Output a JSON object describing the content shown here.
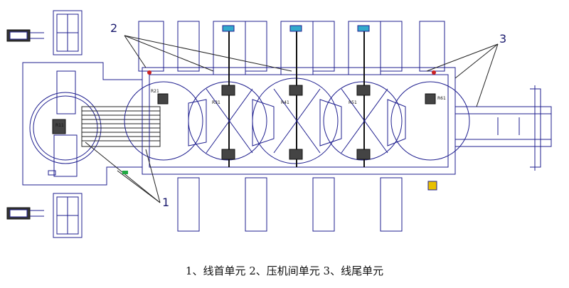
{
  "callouts": [
    {
      "id": "c1",
      "text": "1"
    },
    {
      "id": "c2",
      "text": "2"
    },
    {
      "id": "c3",
      "text": "3"
    }
  ],
  "caption": "1、线首单元  2、压机间单元  3、线尾单元",
  "robot_tags": [
    "R11",
    "R21",
    "R31",
    "R41",
    "R51",
    "R61"
  ],
  "colors": {
    "line": "#1f1f8f",
    "dark": "#101010",
    "red": "#cc2222",
    "cyan": "#33aacc",
    "green": "#22aa44",
    "yellow": "#e8c000"
  }
}
